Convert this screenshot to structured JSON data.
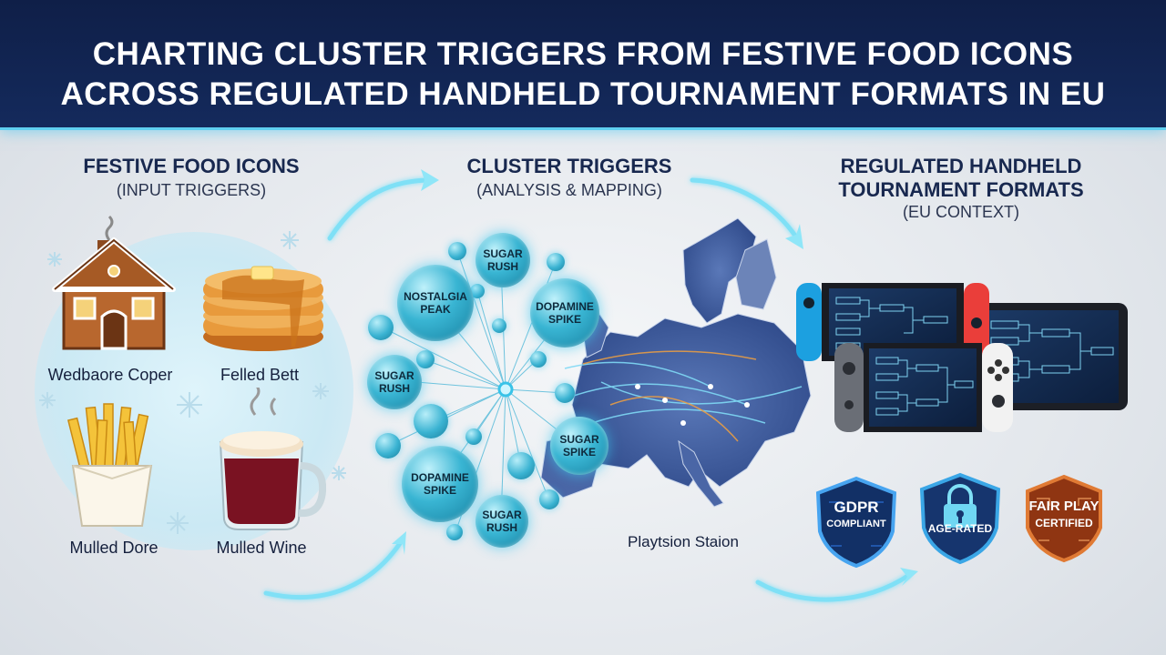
{
  "title_line1": "CHARTING CLUSTER TRIGGERS FROM FESTIVE FOOD ICONS",
  "title_line2": "ACROSS REGULATED HANDHELD TOURNAMENT FORMATS IN EU",
  "columns": {
    "left": {
      "title": "FESTIVE FOOD ICONS",
      "subtitle": "(INPUT TRIGGERS)"
    },
    "middle": {
      "title": "CLUSTER TRIGGERS",
      "subtitle": "(ANALYSIS & MAPPING)"
    },
    "right": {
      "title_line1": "REGULATED HANDHELD",
      "title_line2": "TOURNAMENT FORMATS",
      "subtitle": "(EU CONTEXT)"
    }
  },
  "foods": [
    {
      "label": "Wedbaore Coper",
      "icon": "gingerbread-house-icon"
    },
    {
      "label": "Felled Bett",
      "icon": "pancakes-icon"
    },
    {
      "label": "Mulled Dore",
      "icon": "fries-icon"
    },
    {
      "label": "Mulled Wine",
      "icon": "mulled-wine-mug-icon"
    }
  ],
  "bubbles": [
    {
      "line1": "SUGAR",
      "line2": "RUSH"
    },
    {
      "line1": "NOSTALGIA",
      "line2": "PEAK"
    },
    {
      "line1": "DOPAMINE",
      "line2": "SPIKE"
    },
    {
      "line1": "SUGAR",
      "line2": "RUSH"
    },
    {
      "line1": "SUGAR",
      "line2": "SPIKE"
    },
    {
      "line1": "DOPAMINE",
      "line2": "SPIKE"
    },
    {
      "line1": "SUGAR",
      "line2": "RUSH"
    }
  ],
  "map_label": "Playtsion Staion",
  "badges": [
    {
      "line1": "GDPR",
      "line2": "COMPLIANT",
      "color": "#2a6fd6"
    },
    {
      "line1": "",
      "line2": "AGE-RATED",
      "color": "#1f4f9c"
    },
    {
      "line1": "FAIR PLAY",
      "line2": "CERTIFIED",
      "color": "#c8561a"
    }
  ],
  "colors": {
    "header": "#142a5c",
    "accent": "#5fd0f0",
    "bubble": "#2aa8c8"
  }
}
